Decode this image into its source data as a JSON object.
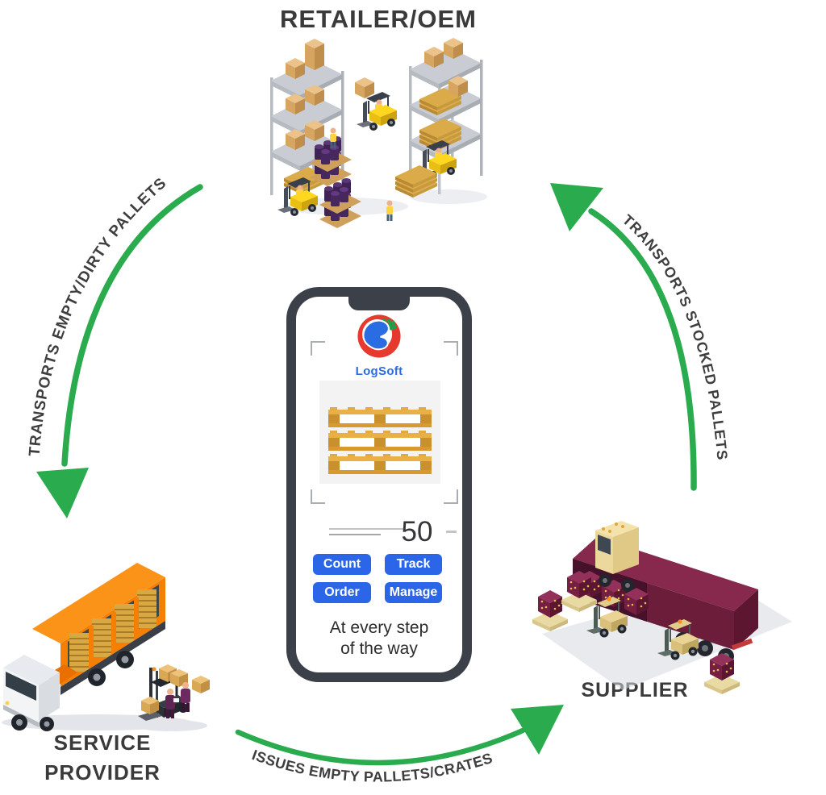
{
  "nodes": {
    "retailer": {
      "label": "RETAILER/OEM"
    },
    "supplier": {
      "label": "SUPPLIER"
    },
    "service_provider": {
      "line1": "SERVICE",
      "line2": "PROVIDER"
    }
  },
  "arrows": {
    "left": {
      "label": "TRANSPORTS EMPTY/DIRTY PALLETS"
    },
    "right": {
      "label": "TRANSPORTS STOCKED PALLETS"
    },
    "bottom": {
      "label": "ISSUES EMPTY PALLETS/CRATES"
    }
  },
  "phone": {
    "brand": "LogSoft",
    "scan_count": "50",
    "buttons": [
      "Count",
      "Track",
      "Order",
      "Manage"
    ],
    "tagline": {
      "line1": "At every step",
      "line2": "of the way"
    }
  },
  "colors": {
    "arrow_green": "#29ab4e",
    "button_blue": "#2b66e8",
    "brand_blue": "#2a6ce2",
    "phone_frame": "#3b4049",
    "label_text": "#3a3a3a",
    "service_truck_orange": "#f57f04",
    "supplier_maroon": "#7c2446",
    "pallet_gold": "#d9a33c"
  }
}
